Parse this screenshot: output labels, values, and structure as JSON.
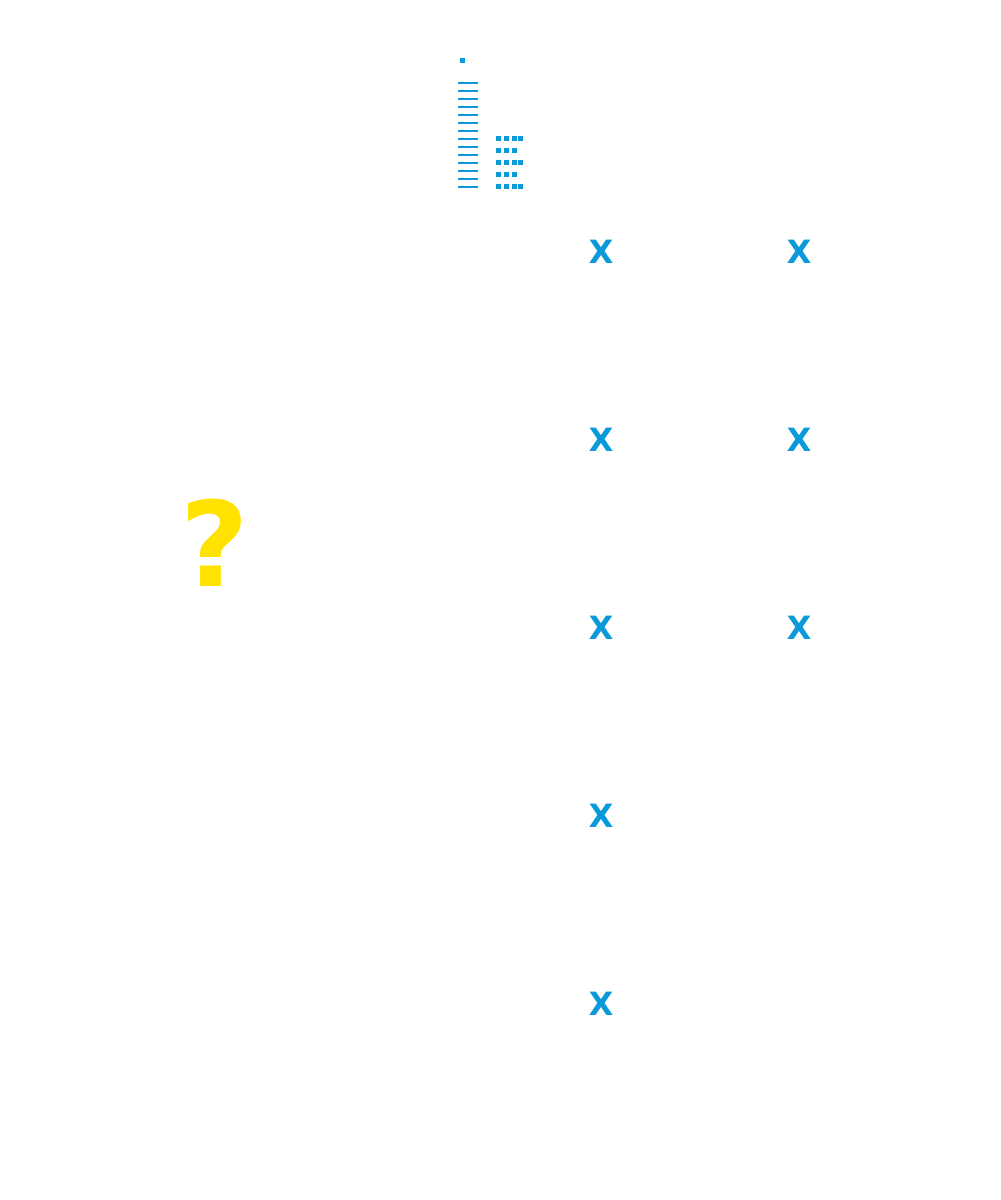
{
  "glyphs": {
    "question": "?",
    "x_marks": {
      "r1_a": "X",
      "r1_b": "X",
      "r2_a": "X",
      "r2_b": "X",
      "r3_a": "X",
      "r3_b": "X",
      "r4_a": "X",
      "r5_a": "X"
    }
  },
  "icons": {
    "stacked_lines": "stacked-lines-icon",
    "dot_grid": "dot-grid-icon"
  },
  "colors": {
    "blue": "#0a9ad9",
    "yellow": "#ffe200",
    "background": "#ffffff"
  }
}
